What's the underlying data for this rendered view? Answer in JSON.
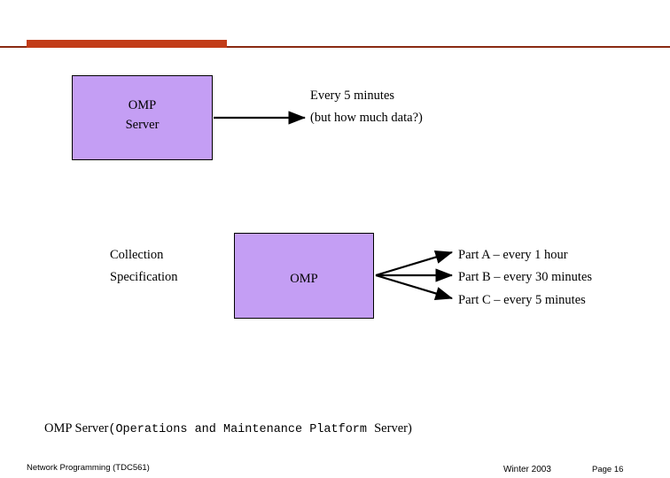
{
  "slide": {
    "boxes": [
      {
        "name": "omp-server-box",
        "label_line1": "OMP",
        "label_line2": "Server"
      },
      {
        "name": "omp-box",
        "label": "OMP"
      }
    ],
    "labels": {
      "every_5_minutes": "Every 5 minutes",
      "but_how_much_data": "(but how much data?)",
      "collection": "Collection",
      "specification": "Specification",
      "part_a": "Part A – every 1 hour",
      "part_b": "Part B – every 30 minutes",
      "part_c": "Part C – every 5 minutes"
    },
    "footnote": {
      "prefix": "OMP Server",
      "mono": "(Operations and Maintenance Platform ",
      "suffix": "Server)"
    },
    "footer": {
      "course": "Network Programming (TDC561)",
      "term": "Winter  2003",
      "page": "Page 16"
    },
    "colors": {
      "box_fill": "#c49ef4",
      "rule_thin": "#8a2a12",
      "rule_thick": "#c23b17"
    }
  }
}
